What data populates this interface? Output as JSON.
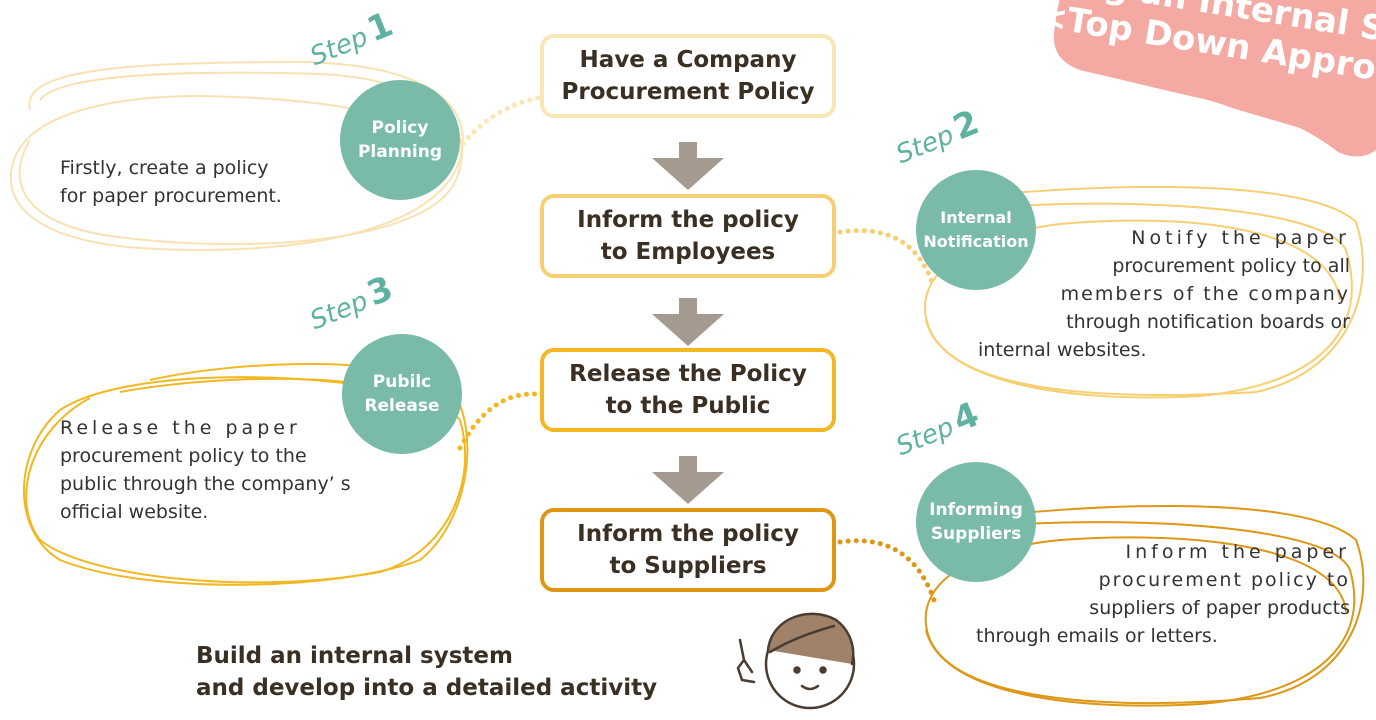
{
  "banner": {
    "line1": "ding an Internal System",
    "line2": "<Top Down Approach>"
  },
  "flow": [
    {
      "line1": "Have a Company",
      "line2": "Procurement Policy"
    },
    {
      "line1": "Inform the policy",
      "line2": "to Employees"
    },
    {
      "line1": "Release the Policy",
      "line2": "to the Public"
    },
    {
      "line1": "Inform the policy",
      "line2": "to Suppliers"
    }
  ],
  "steps": [
    {
      "word": "Step",
      "number": "1",
      "circle_line1": "Policy",
      "circle_line2": "Planning",
      "desc_lines": [
        "Firstly, create a policy",
        "for paper procurement."
      ]
    },
    {
      "word": "Step",
      "number": "2",
      "circle_line1": "Internal",
      "circle_line2": "Notification",
      "desc_lines": [
        "Notify the paper",
        "procurement policy to all",
        "members of the company",
        "through notification boards or",
        "internal websites."
      ]
    },
    {
      "word": "Step",
      "number": "3",
      "circle_line1": "Pubilc",
      "circle_line2": "Release",
      "desc_lines": [
        "Release the paper",
        "procurement policy to the",
        "public through the company’ s",
        "official website."
      ]
    },
    {
      "word": "Step",
      "number": "4",
      "circle_line1": "Informing",
      "circle_line2": "Suppliers",
      "desc_lines": [
        "Inform the paper",
        "procurement policy to",
        "suppliers of paper products",
        "through emails or letters."
      ]
    }
  ],
  "bottom": {
    "line1": "Build an internal system",
    "line2": "and develop into a detailed activity"
  },
  "colors": {
    "teal": "#79bba8",
    "step_text": "#5fb2a0",
    "box1": "#fbe6b5",
    "box2": "#f7cf73",
    "box3": "#f2b722",
    "box4": "#df9615",
    "arrow": "#a59a8f",
    "banner": "#f4aaa3",
    "banner_back": "#f6e39a"
  }
}
